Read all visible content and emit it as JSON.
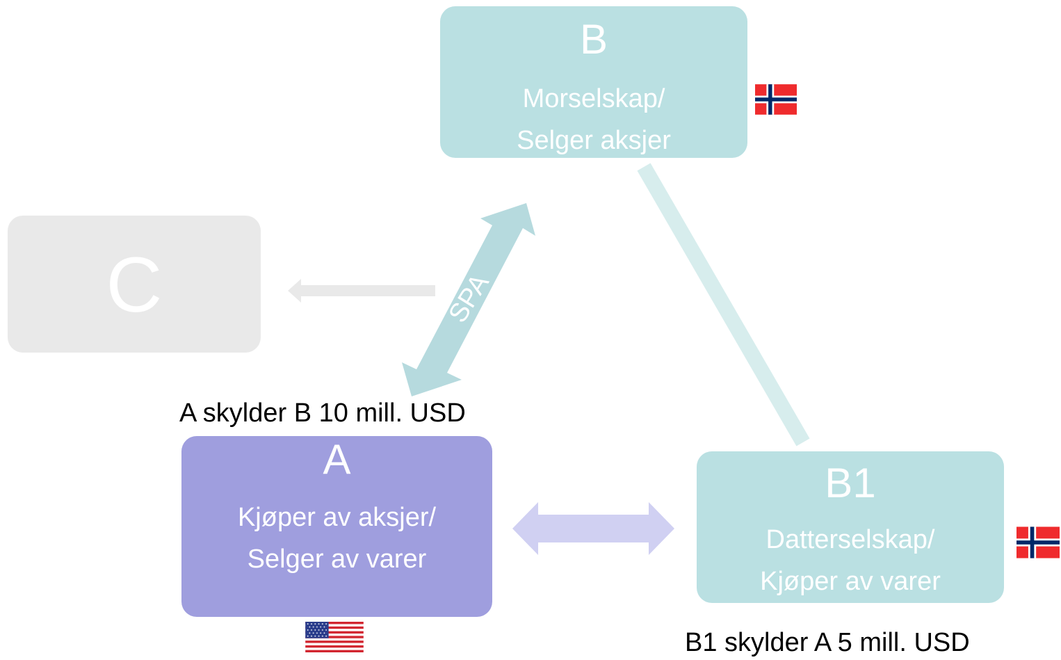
{
  "nodes": {
    "b": {
      "letter": "B",
      "line1": "Morselskap/",
      "line2": "Selger aksjer"
    },
    "c": {
      "letter": "C"
    },
    "a": {
      "letter": "A",
      "line1": "Kjøper av aksjer/",
      "line2": "Selger av varer"
    },
    "b1": {
      "letter": "B1",
      "line1": "Datterselskap/",
      "line2": "Kjøper av varer"
    }
  },
  "captions": {
    "a_debt": "A skylder B 10 mill. USD",
    "b1_debt": "B1 skylder A 5 mill. USD"
  },
  "connectors": {
    "spa_label": "SPA"
  },
  "flags": {
    "b": "norway-flag-icon",
    "b1": "norway-flag-icon",
    "a": "usa-flag-icon"
  },
  "colors": {
    "node_b": "#bae0e2",
    "node_b1": "#bae0e2",
    "node_a": "#9f9ede",
    "node_c": "#e9e9e9",
    "arrow_spa": "#b6dade",
    "arrow_ab1": "#d0d0f2",
    "arrow_c": "#e9e9e9",
    "line_bb1": "#d7eded"
  }
}
